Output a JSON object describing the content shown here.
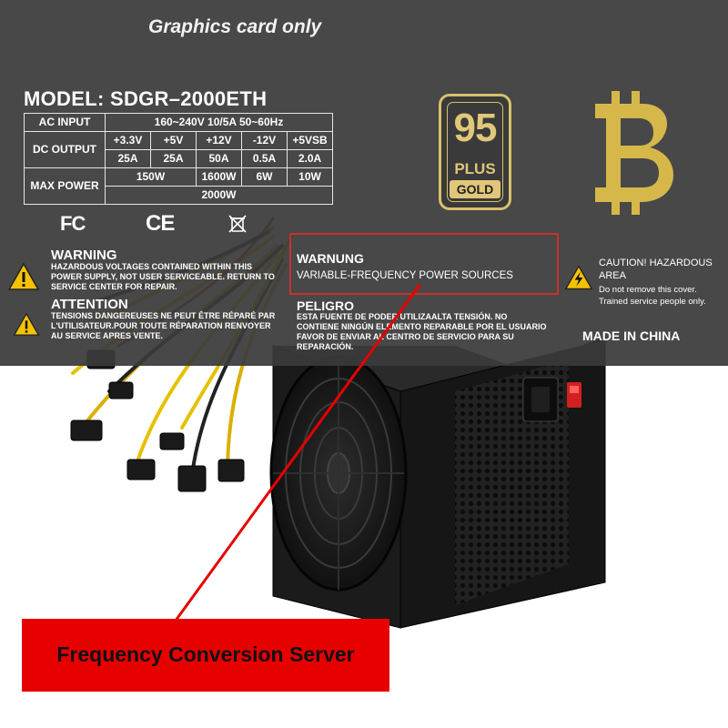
{
  "header": {
    "title": "Graphics card only"
  },
  "model": "MODEL: SDGR–2000ETH",
  "spec_table": {
    "ac_input_label": "AC INPUT",
    "ac_input_value": "160~240V  10/5A  50~60Hz",
    "dc_output_label": "DC OUTPUT",
    "rails": [
      "+3.3V",
      "+5V",
      "+12V",
      "-12V",
      "+5VSB"
    ],
    "currents": [
      "25A",
      "25A",
      "50A",
      "0.5A",
      "2.0A"
    ],
    "max_power_label": "MAX POWER",
    "power_shared": "150W",
    "power_12v": "1600W",
    "power_neg12v": "6W",
    "power_5vsb": "10W",
    "power_total": "2000W"
  },
  "badge": {
    "number": "95",
    "plus": "PLUS",
    "tier": "GOLD"
  },
  "certifications": {
    "fc": "FC",
    "ce": "CE"
  },
  "warning_en": {
    "heading": "WARNING",
    "text": "HAZARDOUS VOLTAGES CONTAINED WITHIN THIS POWER SUPPLY, NOT USER SERVICEABLE. RETURN TO SERVICE CENTER FOR REPAIR."
  },
  "attention_fr": {
    "heading": "ATTENTION",
    "text": "TENSIONS DANGEREUSES NE PEUT ÊTRE RÉPARÉ PAR L'UTILISATEUR.POUR TOUTE RÉPARATION RENVOYER AU SERVICE APRES VENTE."
  },
  "warnung_de": {
    "heading": "WARNUNG",
    "text": "VARIABLE-FREQUENCY POWER SOURCES"
  },
  "peligro_es": {
    "heading": "PELIGRO",
    "text": "ESTA FUENTE DE PODER UTILIZAALTA TENSIÓN. NO CONTIENE NINGÚN ELEMENTO REPARABLE POR EL USUARIO FAVOR DE ENVIAR AL CENTRO DE SERVICIO PARA SU REPARACIÓN."
  },
  "caution": {
    "heading": "CAUTION! HAZARDOUS AREA",
    "note": "Do not remove this cover. Trained service people only."
  },
  "origin": "MADE IN CHINA",
  "callout": {
    "label": "Frequency Conversion Server"
  },
  "colors": {
    "label_panel": "#3a3a3a",
    "gold": "#e0c77a",
    "bitcoin_gold": "#d6b84a",
    "warning_yellow": "#f4c300",
    "callout_red": "#e60000",
    "psu_body": "#1c1c1c"
  },
  "icons": [
    "fan-grille-icon",
    "bitcoin-icon",
    "warning-triangle-icon",
    "crossed-bin-icon",
    "power-switch-icon"
  ]
}
